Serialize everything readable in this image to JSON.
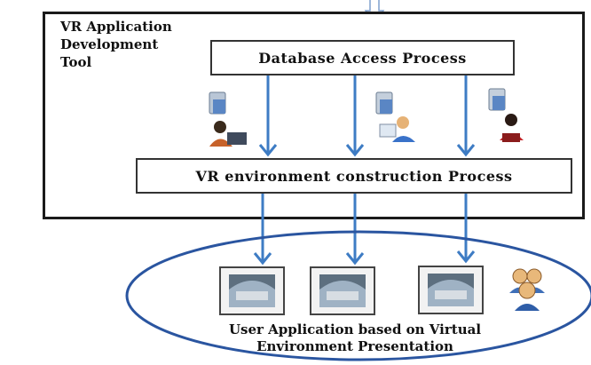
{
  "diagram": {
    "tool_label": "VR Application\nDevelopment\nTool",
    "database_process": "Database Access Process",
    "vr_process": "VR environment construction Process",
    "user_application": "User Application based on Virtual\nEnvironment Presentation"
  },
  "icons": {
    "top_input": "hollow-down-arrow-icon",
    "users": [
      "computer-user-icon",
      "laptop-user-icon",
      "desktop-user-icon"
    ],
    "screens": [
      "vr-screen-icon",
      "vr-screen-icon",
      "vr-screen-icon"
    ],
    "group": "user-group-icon"
  },
  "colors": {
    "arrow": "#3e7cc4",
    "ellipse": "#2a55a0",
    "frame": "#1a1a1a"
  }
}
